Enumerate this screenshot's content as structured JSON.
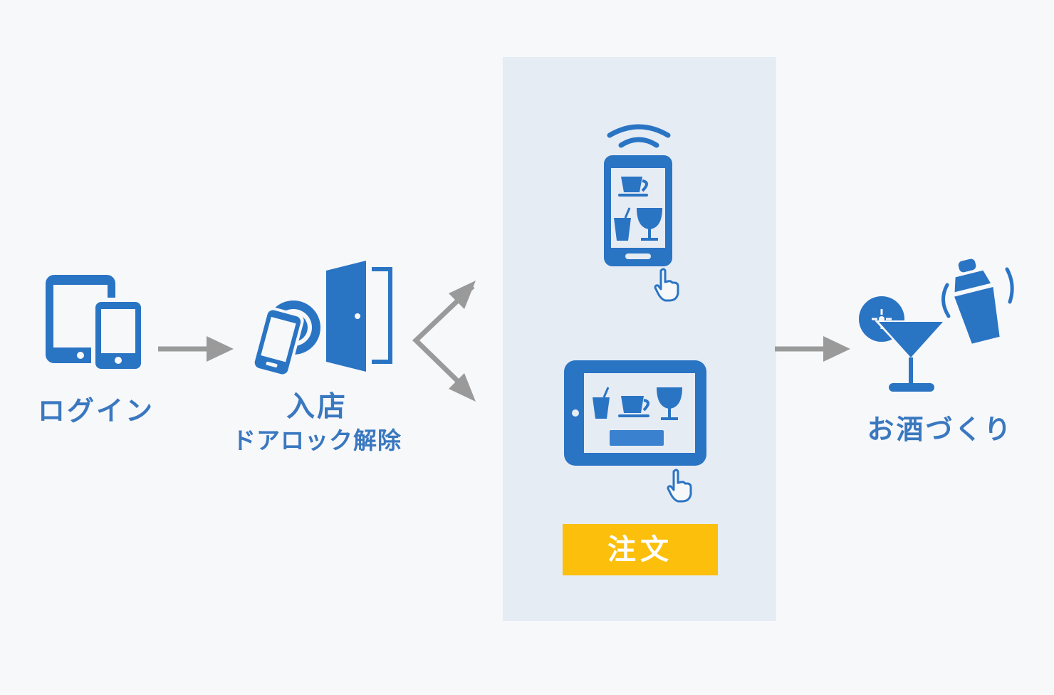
{
  "steps": {
    "login": {
      "label": "ログイン"
    },
    "entry": {
      "label_main": "入店",
      "label_sub": "ドアロック解除"
    },
    "order": {
      "button_label": "注文"
    },
    "making": {
      "label": "お酒づくり"
    }
  },
  "icons": [
    "tablet-and-phone-icon",
    "phone-tap-icon",
    "door-icon",
    "smartphone-menu-icon",
    "wifi-signal-icon",
    "tablet-menu-icon",
    "hand-pointer-icon",
    "cocktail-glass-icon",
    "shaker-icon",
    "arrow-icon"
  ],
  "colors": {
    "icon_blue": "#2a74c4",
    "label_blue": "#3a78c0",
    "arrow_gray": "#9a9a9a",
    "panel_bg": "#e6ecf4",
    "order_yellow": "#fbbf0c",
    "page_bg": "#f7f8fa"
  }
}
